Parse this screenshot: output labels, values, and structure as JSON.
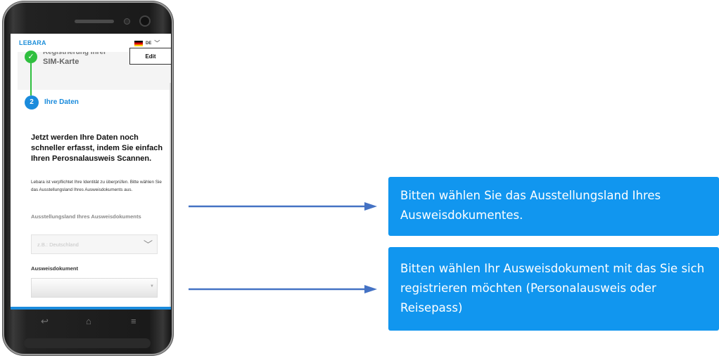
{
  "app": {
    "logo": "LEBARA",
    "language": "DE"
  },
  "steps": {
    "step1": {
      "title_partial": "Registrierung Ihrer",
      "title": "SIM-Karte",
      "edit_label": "Edit",
      "status": "completed"
    },
    "step2": {
      "number": "2",
      "title": "Ihre Daten",
      "status": "active"
    }
  },
  "form": {
    "heading": "Jetzt werden Ihre Daten noch schneller erfasst, indem Sie einfach Ihren Perosnalausweis Scannen.",
    "description": "Lebara ist verpflichtet Ihre Identität zu überprüfen. Bitte wählen Sie das Ausstellungsland Ihres Ausweisdokuments aus.",
    "country_label": "Ausstellungsland Ihres Ausweisdokuments",
    "country_placeholder": "z.B.: Deutschland",
    "document_label": "Ausweisdokument",
    "document_value": ""
  },
  "callouts": {
    "country": "Bitten wählen Sie das Ausstellungsland Ihres Ausweisdokumentes.",
    "document": "Bitten wählen Ihr Ausweisdokument mit das Sie sich registrieren möchten (Personalausweis oder Reisepass)"
  },
  "colors": {
    "brand_blue": "#1a8bdc",
    "success_green": "#2fbf3f",
    "callout_blue": "#1196ef",
    "arrow_blue": "#4472c4"
  },
  "icons": {
    "check": "checkmark-icon",
    "chevron": "chevron-down-icon",
    "flag": "germany-flag-icon"
  }
}
